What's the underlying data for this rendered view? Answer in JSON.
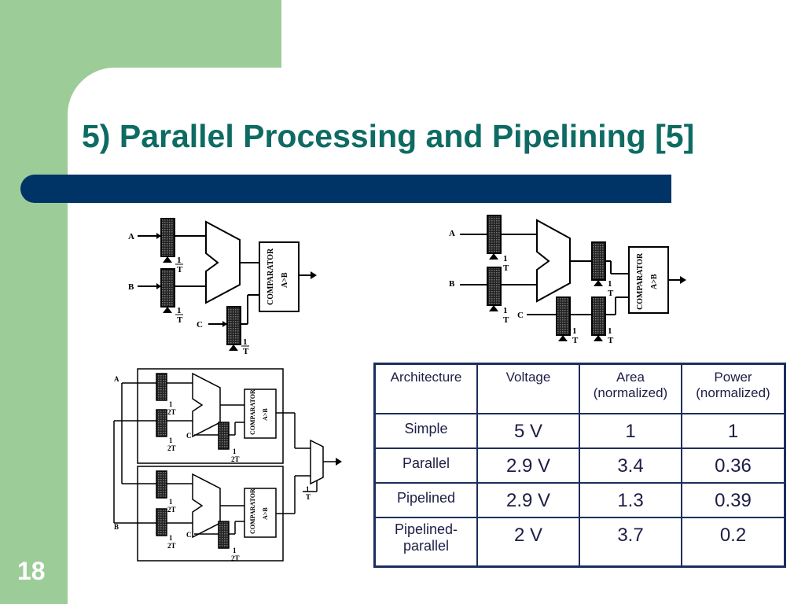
{
  "slide": {
    "title": "5) Parallel Processing and Pipelining [5]",
    "number": "18"
  },
  "diagram_labels": {
    "input_a": "A",
    "input_b": "B",
    "input_c": "C",
    "comparator": "COMPARATOR",
    "comparison": "A>B",
    "clock_num": "1",
    "clock_t": "T",
    "clock_2t": "2T"
  },
  "table": {
    "headers": [
      "Architecture",
      "Voltage",
      "Area (normalized)",
      "Power (normalized)"
    ],
    "header_lines": [
      [
        "Architecture"
      ],
      [
        "Voltage"
      ],
      [
        "Area",
        "(normalized)"
      ],
      [
        "Power",
        "(normalized)"
      ]
    ],
    "rows": [
      {
        "arch": "Simple",
        "voltage": "5 V",
        "area": "1",
        "power": "1"
      },
      {
        "arch": "Parallel",
        "voltage": "2.9 V",
        "area": "3.4",
        "power": "0.36"
      },
      {
        "arch": "Pipelined",
        "voltage": "2.9 V",
        "area": "1.3",
        "power": "0.39"
      },
      {
        "arch": "Pipelined-",
        "arch2": "parallel",
        "voltage": "2 V",
        "area": "3.7",
        "power": "0.2"
      }
    ]
  },
  "colors": {
    "green_frame": "#9ccc97",
    "title": "#0e6b63",
    "bar": "#003366"
  }
}
